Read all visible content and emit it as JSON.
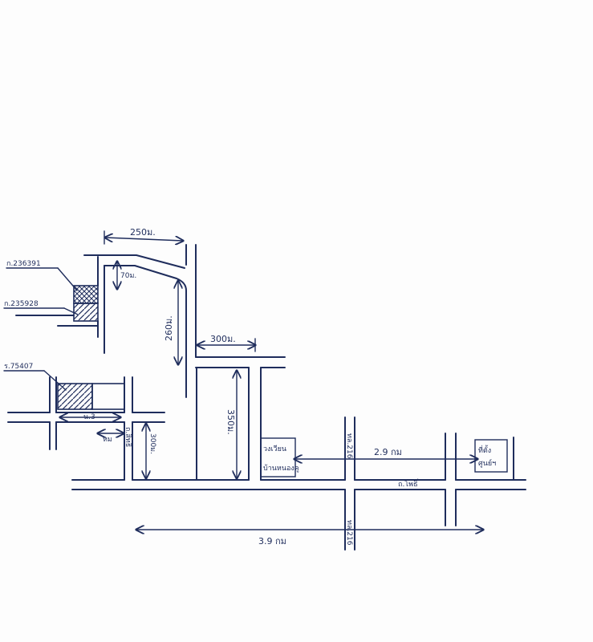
{
  "map": {
    "dim_250": "250ม.",
    "dim_70": "70ม.",
    "dim_260": "260ม.",
    "dim_300_top": "300ม.",
    "dim_350": "350ม.",
    "dim_300_left": "300ม.",
    "dim_29": "2.9 กม",
    "dim_39": "3.9 กม",
    "dim_ns3": "น.3",
    "dim_small": "หม",
    "parcel_1": "ก.236391",
    "parcel_2": "ก.235928",
    "parcel_3": "ร.75407",
    "road_216_top": "ทล.216",
    "road_216_bottom": "ทล.216",
    "road_main": "ถ.โพธิ์",
    "road_left": "ถ.สิทธิ",
    "place_left_1": "วงเวียน",
    "place_left_2": "บ้านหนองคู",
    "place_right_1": "ที่ตั้ง",
    "place_right_2": "ศูนย์ฯ"
  }
}
